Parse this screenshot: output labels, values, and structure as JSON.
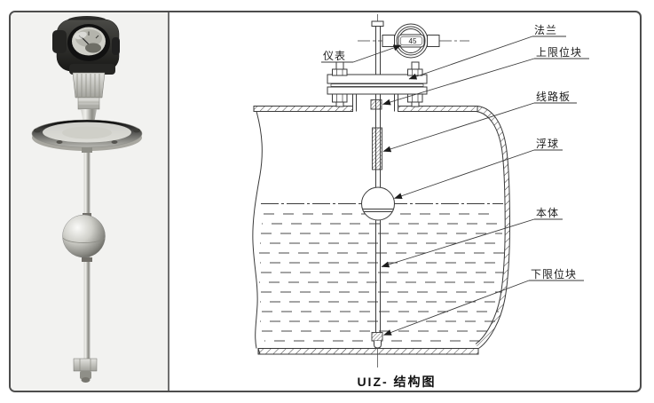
{
  "diagram": {
    "caption": "UIZ- 结构图",
    "dial_text": "45",
    "labels": {
      "instrument": "仪表",
      "flange": "法兰",
      "upper_limit_block": "上限位块",
      "circuit_board": "线路板",
      "float_ball": "浮球",
      "main_body": "本体",
      "lower_limit_block": "下限位块"
    }
  },
  "colors": {
    "line": "#3a3a3a",
    "text": "#1c1c1c",
    "frame_border": "#4d4d4d",
    "photo_background": "#f2f2f0"
  }
}
